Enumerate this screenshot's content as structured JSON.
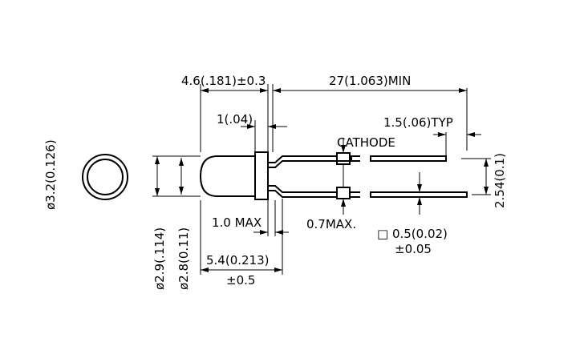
{
  "labels": {
    "body_length": "4.6(.181)±0.3",
    "lead_length": "27(1.063)MIN",
    "flange_width": "1(.04)",
    "lead_offset": "1.5(.06)TYP",
    "cathode": "CATHODE",
    "lead_spacing": "2.54(0.1)",
    "outer_diameter": "ø3.2(0.126)",
    "lens_dia_1": "ø2.9(.114)",
    "lens_dia_2": "ø2.8(0.11)",
    "max_1": "1.0  MAX",
    "max_2": "0.7MAX.",
    "lead_square": "□ 0.5(0.02)",
    "lead_square_tol": "±0.05",
    "overall_length": "5.4(0.213)",
    "overall_tol": "±0.5"
  }
}
